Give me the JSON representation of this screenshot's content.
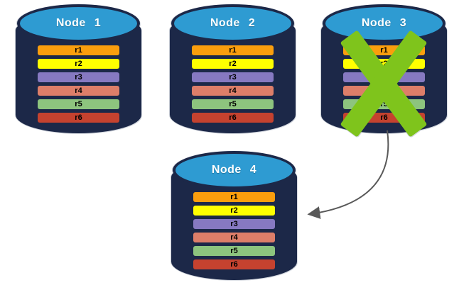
{
  "nodes": [
    {
      "label": "Node 1",
      "failed": false
    },
    {
      "label": "Node 2",
      "failed": false
    },
    {
      "label": "Node 3",
      "failed": true
    },
    {
      "label": "Node 4",
      "failed": false
    }
  ],
  "replicas": [
    {
      "label": "r1",
      "color": "#FA9E0D"
    },
    {
      "label": "r2",
      "color": "#FFFF00"
    },
    {
      "label": "r3",
      "color": "#8679C1"
    },
    {
      "label": "r4",
      "color": "#DD7E69"
    },
    {
      "label": "r5",
      "color": "#8DC47E"
    },
    {
      "label": "r6",
      "color": "#C5422F"
    }
  ],
  "colors": {
    "cylinder_body": "#1C2848",
    "cylinder_top": "#2E9BD2",
    "label_text": "#FFFFFF",
    "replica_text": "#000000",
    "failure_x": "#7FC41C",
    "arrow": "#595959"
  }
}
